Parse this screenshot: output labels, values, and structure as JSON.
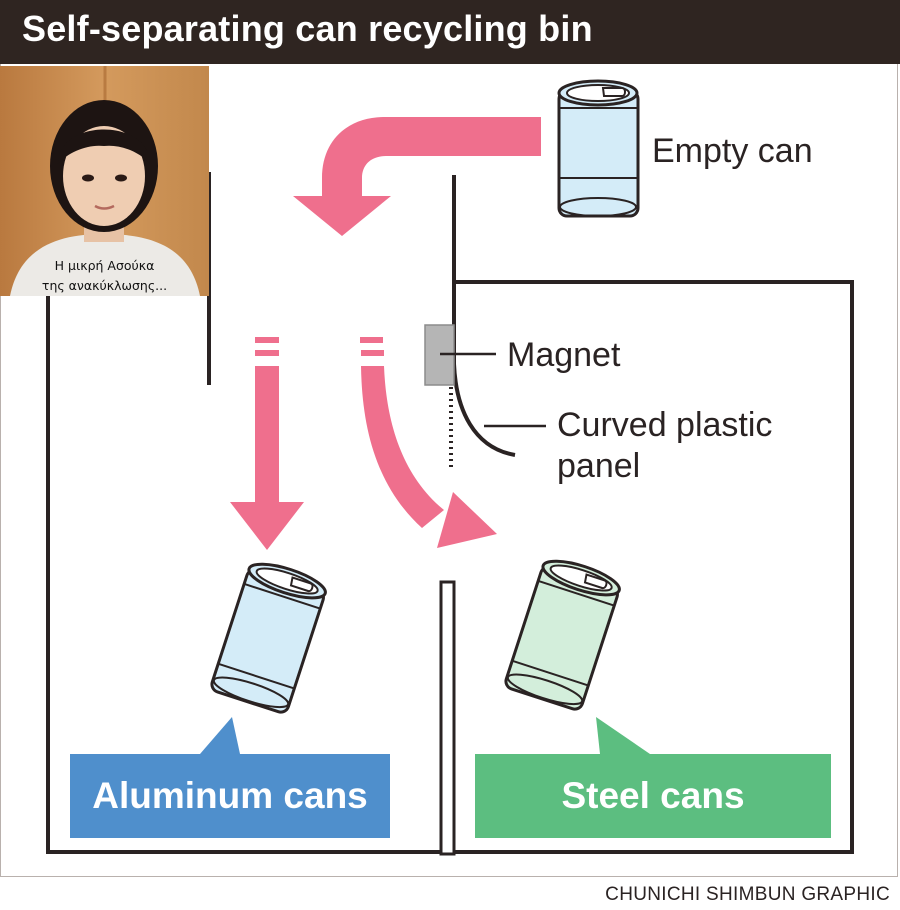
{
  "title": "Self-separating can recycling bin",
  "labels": {
    "empty_can": "Empty can",
    "magnet": "Magnet",
    "curved_panel_line1": "Curved plastic",
    "curved_panel_line2": "panel"
  },
  "bins": {
    "aluminum": "Aluminum cans",
    "steel": "Steel cans"
  },
  "photo_caption": {
    "line1": "Η μικρή Ασούκα",
    "line2": "της ανακύκλωσης..."
  },
  "credit": "CHUNICHI SHIMBUN GRAPHIC",
  "colors": {
    "title_bar": "#2f2521",
    "arrow": "#ef6f8d",
    "aluminum_box": "#4f8fcc",
    "steel_box": "#5cbe80",
    "aluminum_can": "#d4ecf8",
    "steel_can": "#d3eedb",
    "magnet": "#b5b5b5",
    "outline": "#2a2323"
  }
}
